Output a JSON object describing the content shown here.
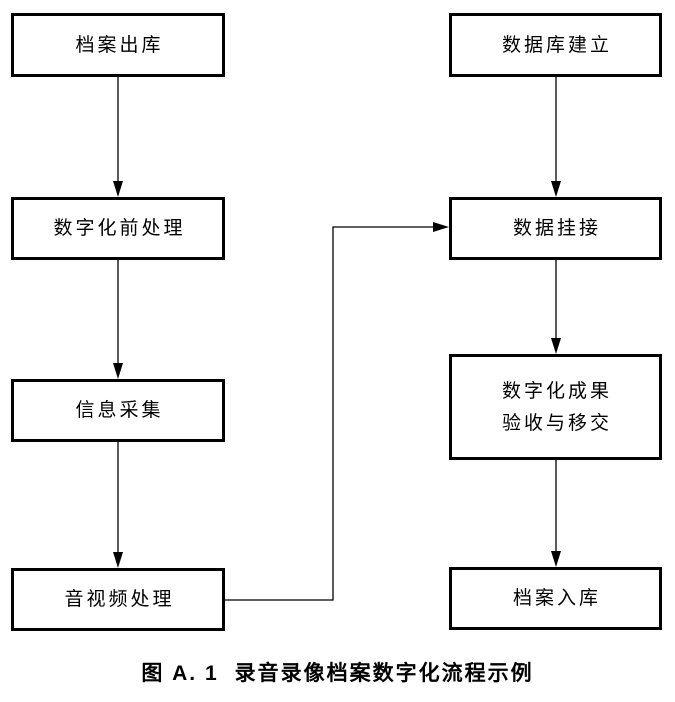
{
  "figure_caption": {
    "number": "图 A. 1",
    "title": "录音录像档案数字化流程示例"
  },
  "flowchart": {
    "nodes": {
      "archive_checkout": {
        "label": "档案出库"
      },
      "pre_digitization": {
        "label": "数字化前处理"
      },
      "information_capture": {
        "label": "信息采集"
      },
      "audio_video_processing": {
        "label": "音视频处理"
      },
      "database_establishment": {
        "label": "数据库建立"
      },
      "data_linking": {
        "label": "数据挂接"
      },
      "acceptance_handover": {
        "label_line1": "数字化成果",
        "label_line2": "验收与移交"
      },
      "archive_storage": {
        "label": "档案入库"
      }
    },
    "edges": [
      {
        "from": "archive_checkout",
        "to": "pre_digitization"
      },
      {
        "from": "pre_digitization",
        "to": "information_capture"
      },
      {
        "from": "information_capture",
        "to": "audio_video_processing"
      },
      {
        "from": "audio_video_processing",
        "to": "data_linking"
      },
      {
        "from": "database_establishment",
        "to": "data_linking"
      },
      {
        "from": "data_linking",
        "to": "acceptance_handover"
      },
      {
        "from": "acceptance_handover",
        "to": "archive_storage"
      }
    ],
    "colors": {
      "line": "#000000",
      "box_border": "#000000",
      "box_fill": "#ffffff",
      "background": "#ffffff"
    }
  }
}
